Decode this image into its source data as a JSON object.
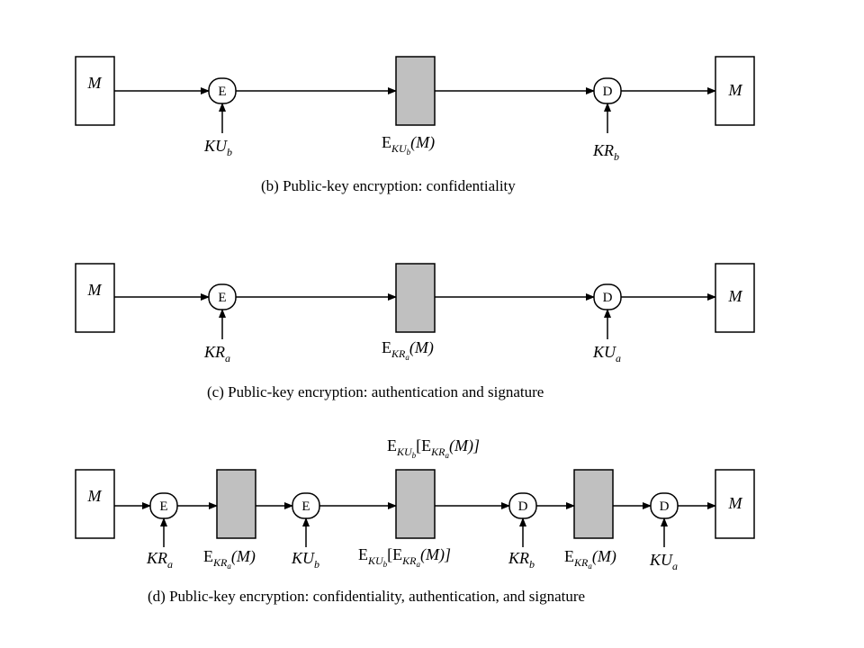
{
  "diagrams": [
    {
      "caption": "(b) Public-key encryption: confidentiality",
      "source": "M",
      "destination": "M",
      "encrypt_op": "E",
      "decrypt_op": "D",
      "encrypt_key": {
        "base": "KU",
        "sub": "b"
      },
      "decrypt_key": {
        "base": "KR",
        "sub": "b"
      },
      "ciphertext": {
        "op": "E",
        "base": "KU",
        "sub": "b",
        "arg": "(M)"
      }
    },
    {
      "caption": "(c) Public-key encryption: authentication and signature",
      "source": "M",
      "destination": "M",
      "encrypt_op": "E",
      "decrypt_op": "D",
      "encrypt_key": {
        "base": "KR",
        "sub": "a"
      },
      "decrypt_key": {
        "base": "KU",
        "sub": "a"
      },
      "ciphertext": {
        "op": "E",
        "base": "KR",
        "sub": "a",
        "arg": "(M)"
      }
    },
    {
      "caption": "(d) Public-key encryption: confidentiality, authentication, and signature",
      "source": "M",
      "destination": "M",
      "ops": [
        "E",
        "E",
        "D",
        "D"
      ],
      "keys": [
        {
          "base": "KR",
          "sub": "a"
        },
        {
          "base": "KU",
          "sub": "b"
        },
        {
          "base": "KR",
          "sub": "b"
        },
        {
          "base": "KU",
          "sub": "a"
        }
      ],
      "inner_cipher": {
        "op": "E",
        "base": "KR",
        "sub": "a",
        "arg": "(M)"
      },
      "middle_top": {
        "op": "E",
        "base": "KU",
        "sub": "b",
        "open": "[",
        "inner_op": "E",
        "inner_base": "KR",
        "inner_sub": "a",
        "close": "(M)]"
      },
      "middle_bottom": {
        "op": "E",
        "base": "KU",
        "sub": "b",
        "open": "[",
        "inner_op": "E",
        "inner_base": "KR",
        "inner_sub": "a",
        "close": "(M)]"
      },
      "third_cipher": {
        "op": "E",
        "base": "KR",
        "sub": "a",
        "arg": "(M)"
      }
    }
  ],
  "colors": {
    "ciphertext_fill": "#c0c0c0",
    "stroke": "#000000",
    "background": "#ffffff"
  }
}
